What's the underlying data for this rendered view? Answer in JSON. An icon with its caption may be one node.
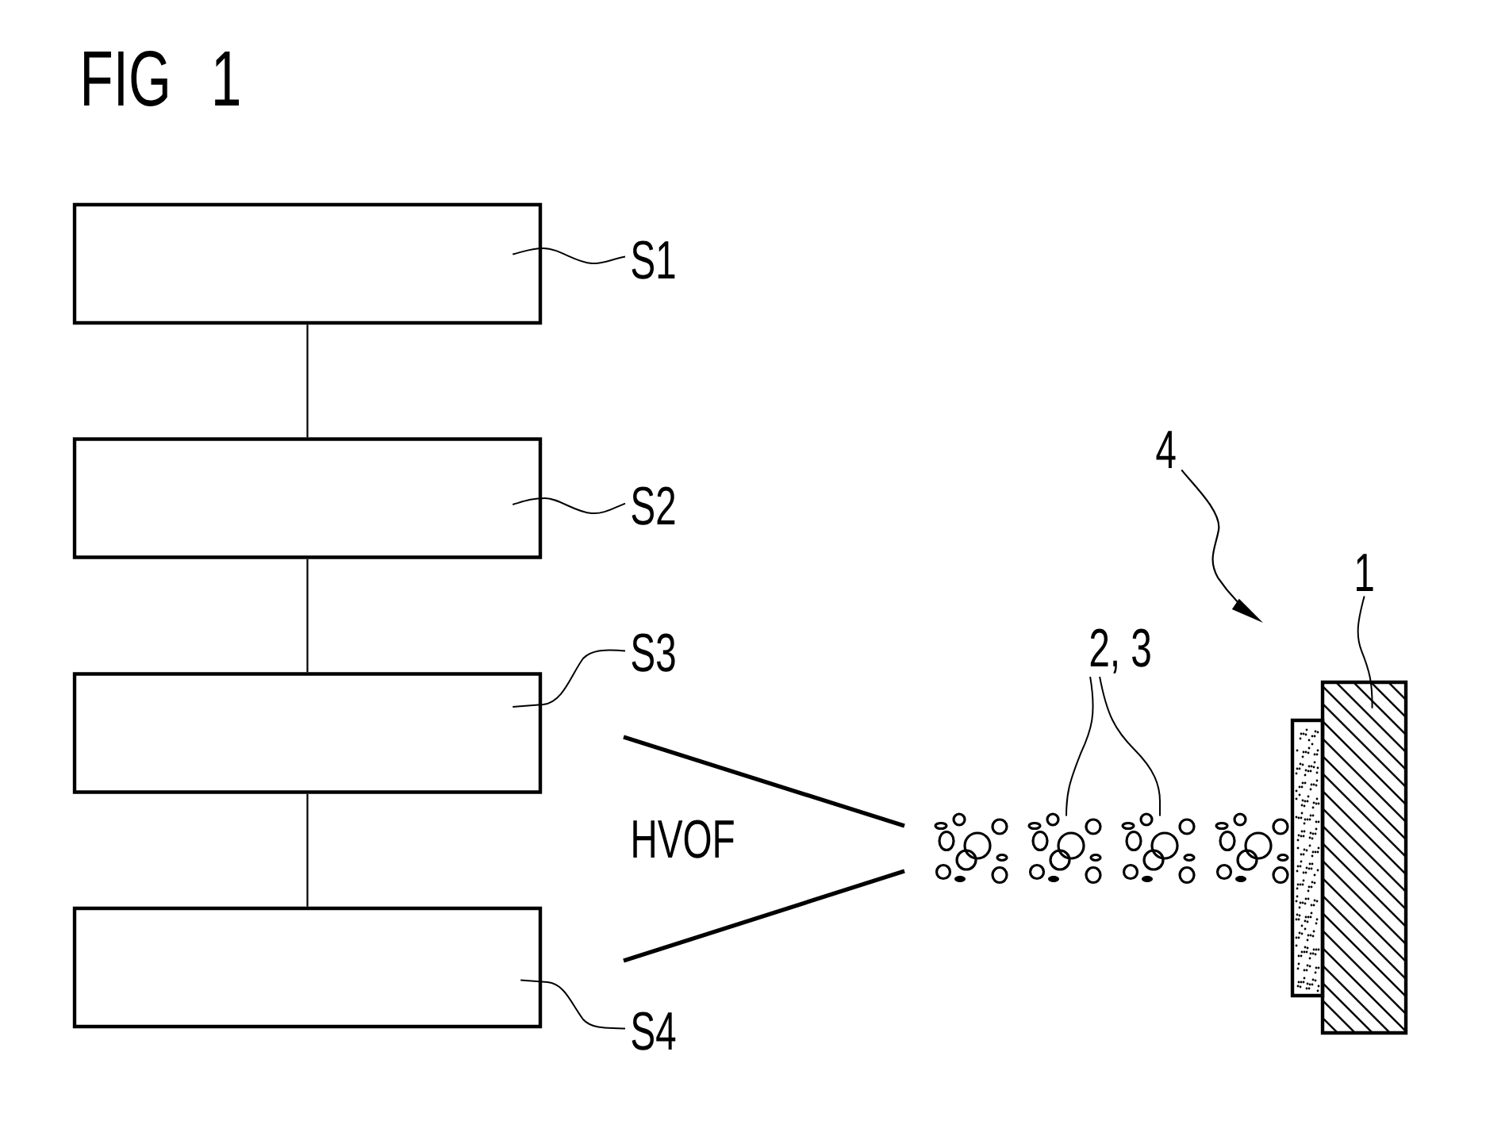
{
  "diagram": {
    "title": "FIG 1",
    "nodes": [
      {
        "text": [],
        "shape": "box"
      },
      {
        "text": [
          "S1"
        ]
      },
      {
        "text": [],
        "shape": "box"
      },
      {
        "text": [
          "S2"
        ]
      },
      {
        "text": [],
        "shape": "box"
      },
      {
        "text": [
          "S3"
        ]
      },
      {
        "text": [],
        "shape": "box"
      },
      {
        "text": [
          "S4"
        ]
      },
      {
        "text": [
          "4"
        ]
      },
      {
        "text": [
          "2, 3"
        ]
      },
      {
        "text": [
          "1"
        ]
      },
      {
        "text": [],
        "shape": "picture"
      },
      {
        "text": [],
        "shape": "picture"
      },
      {
        "text": [],
        "shape": "picture"
      },
      {
        "text": [],
        "shape": "picture"
      },
      {
        "text": [],
        "shape": "box"
      }
    ],
    "edges": [
      {
        "from": 0,
        "to": 2,
        "arrow": "none"
      },
      {
        "from": 2,
        "to": 4,
        "arrow": "none"
      },
      {
        "from": 4,
        "to": 6,
        "arrow": "none"
      },
      {
        "from": 1,
        "to": 0,
        "arrow": "none"
      },
      {
        "from": 3,
        "to": 2,
        "arrow": "none"
      },
      {
        "from": 5,
        "to": 4,
        "arrow": "none"
      },
      {
        "from": 7,
        "to": 6,
        "arrow": "none"
      },
      {
        "from": 8,
        "to": null,
        "arrow": "to"
      },
      {
        "from": 9,
        "to": 12,
        "arrow": "none"
      },
      {
        "from": 9,
        "to": 13,
        "arrow": "none"
      },
      {
        "from": 10,
        "to": 15,
        "arrow": "none"
      }
    ],
    "labels": [
      "HVOF"
    ]
  }
}
